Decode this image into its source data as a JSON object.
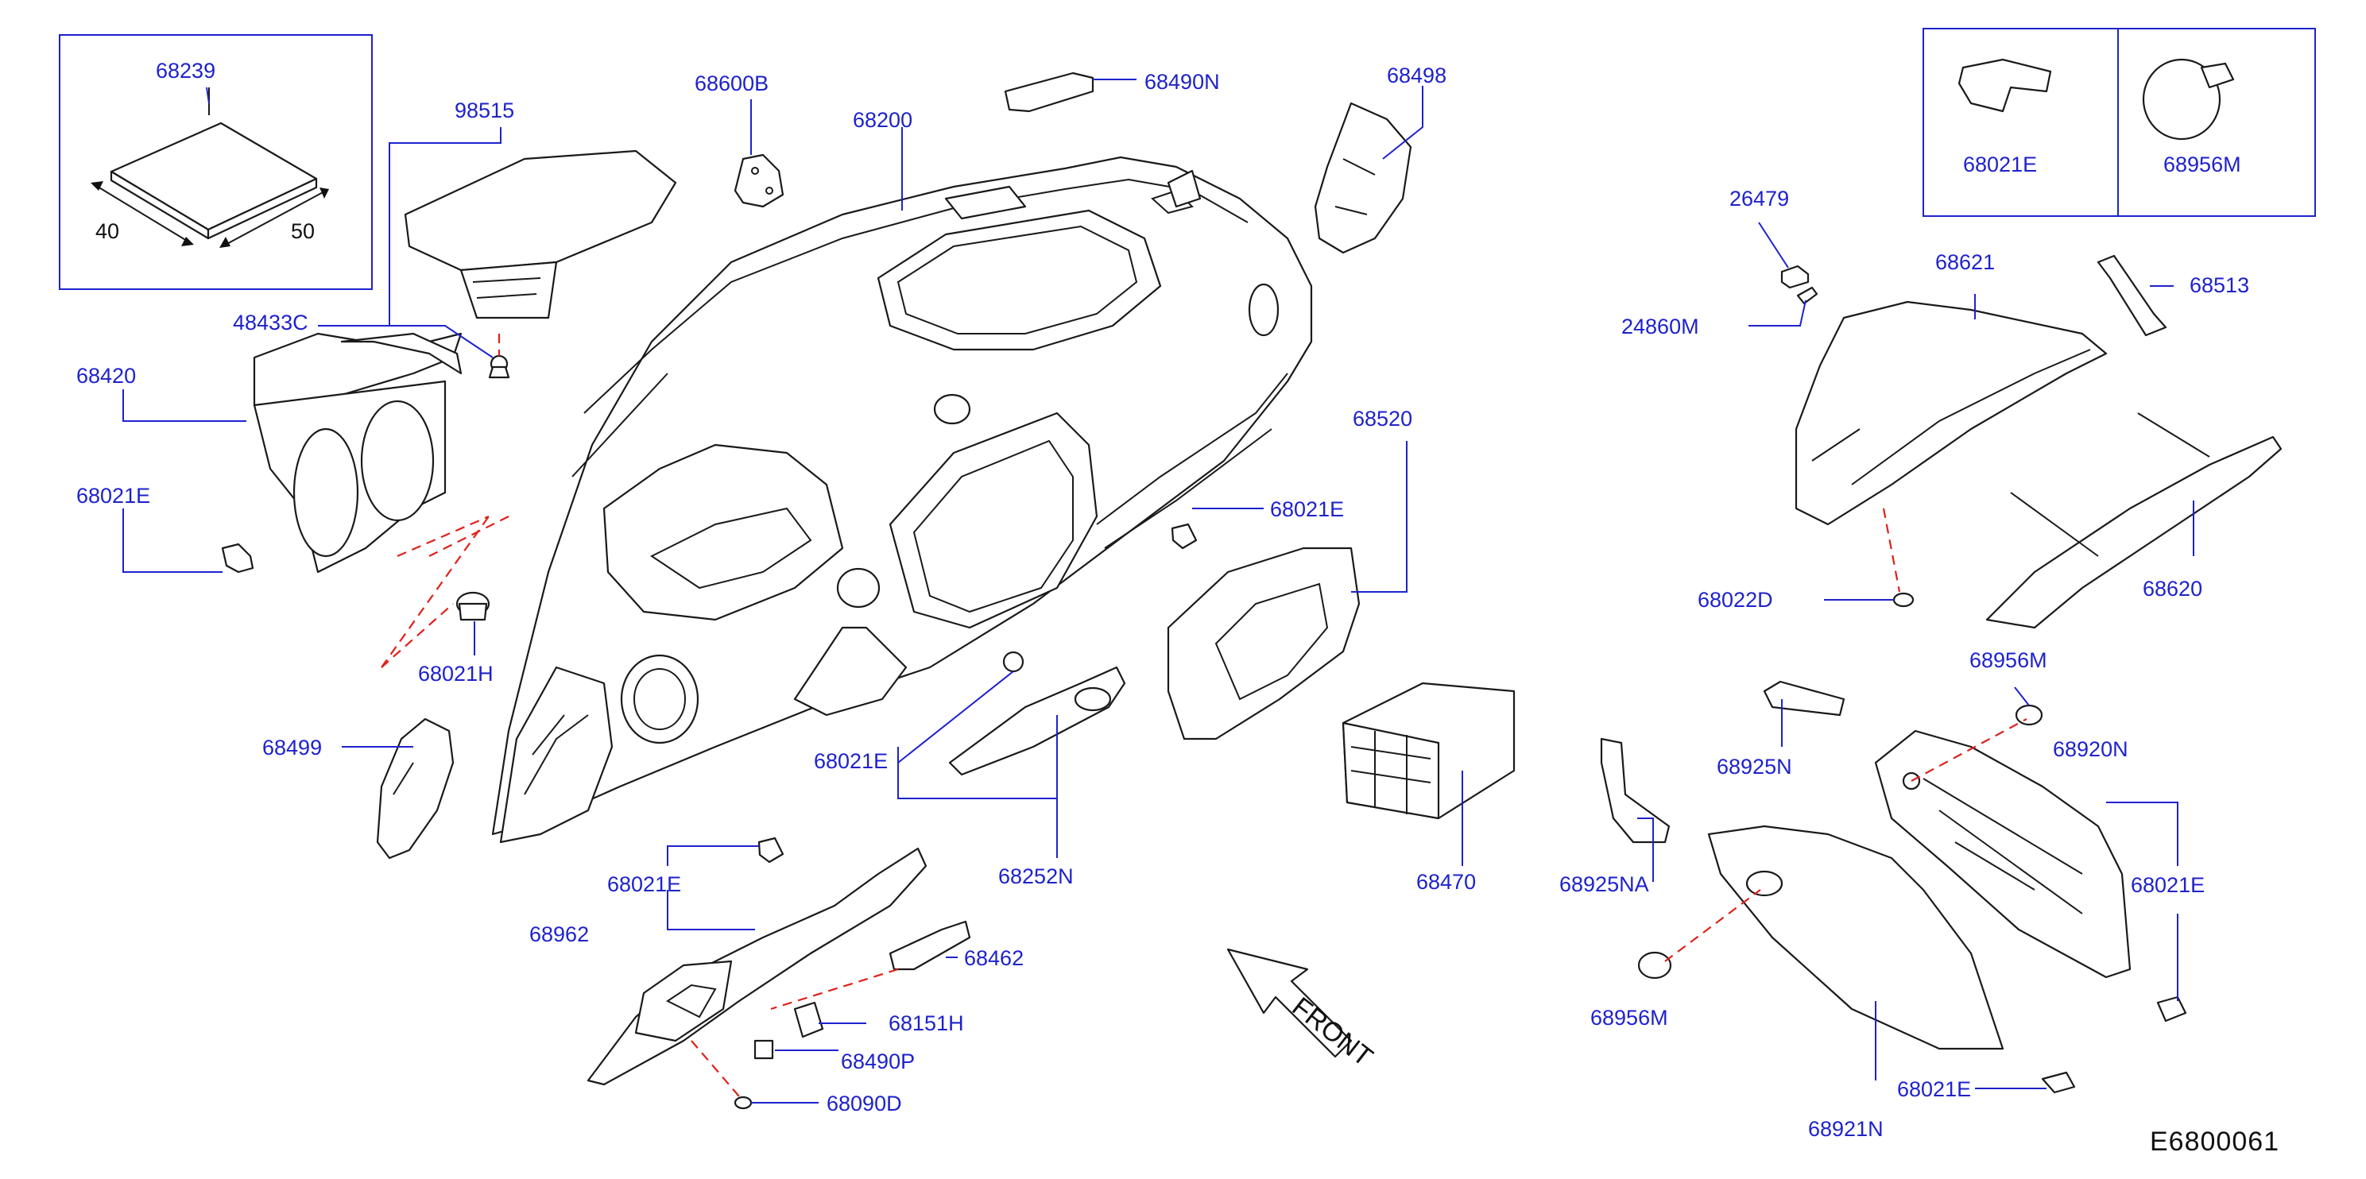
{
  "diagram_code": "E6800061",
  "front_label": "FRONT",
  "dimensions": {
    "width": "40",
    "length": "50"
  },
  "parts": [
    {
      "id": "p68239",
      "number": "68239"
    },
    {
      "id": "p98515",
      "number": "98515"
    },
    {
      "id": "p68600B",
      "number": "68600B"
    },
    {
      "id": "p68200",
      "number": "68200"
    },
    {
      "id": "p68490N",
      "number": "68490N"
    },
    {
      "id": "p68498",
      "number": "68498"
    },
    {
      "id": "p48433C",
      "number": "48433C"
    },
    {
      "id": "p68420",
      "number": "68420"
    },
    {
      "id": "p68021E_a",
      "number": "68021E"
    },
    {
      "id": "p68021H",
      "number": "68021H"
    },
    {
      "id": "p68499",
      "number": "68499"
    },
    {
      "id": "p68021E_b",
      "number": "68021E"
    },
    {
      "id": "p68021E_c",
      "number": "68021E"
    },
    {
      "id": "p68520",
      "number": "68520"
    },
    {
      "id": "p68252N",
      "number": "68252N"
    },
    {
      "id": "p68021E_d",
      "number": "68021E"
    },
    {
      "id": "p68962",
      "number": "68962"
    },
    {
      "id": "p68462",
      "number": "68462"
    },
    {
      "id": "p68151H",
      "number": "68151H"
    },
    {
      "id": "p68490P",
      "number": "68490P"
    },
    {
      "id": "p68090D",
      "number": "68090D"
    },
    {
      "id": "p68470",
      "number": "68470"
    },
    {
      "id": "p68021E_box",
      "number": "68021E"
    },
    {
      "id": "p68956M_box",
      "number": "68956M"
    },
    {
      "id": "p26479",
      "number": "26479"
    },
    {
      "id": "p68621",
      "number": "68621"
    },
    {
      "id": "p68513",
      "number": "68513"
    },
    {
      "id": "p24860M",
      "number": "24860M"
    },
    {
      "id": "p68022D",
      "number": "68022D"
    },
    {
      "id": "p68620",
      "number": "68620"
    },
    {
      "id": "p68956M_a",
      "number": "68956M"
    },
    {
      "id": "p68925N",
      "number": "68925N"
    },
    {
      "id": "p68920N",
      "number": "68920N"
    },
    {
      "id": "p68925NA",
      "number": "68925NA"
    },
    {
      "id": "p68021E_e",
      "number": "68021E"
    },
    {
      "id": "p68956M_b",
      "number": "68956M"
    },
    {
      "id": "p68021E_f",
      "number": "68021E"
    },
    {
      "id": "p68921N",
      "number": "68921N"
    }
  ]
}
